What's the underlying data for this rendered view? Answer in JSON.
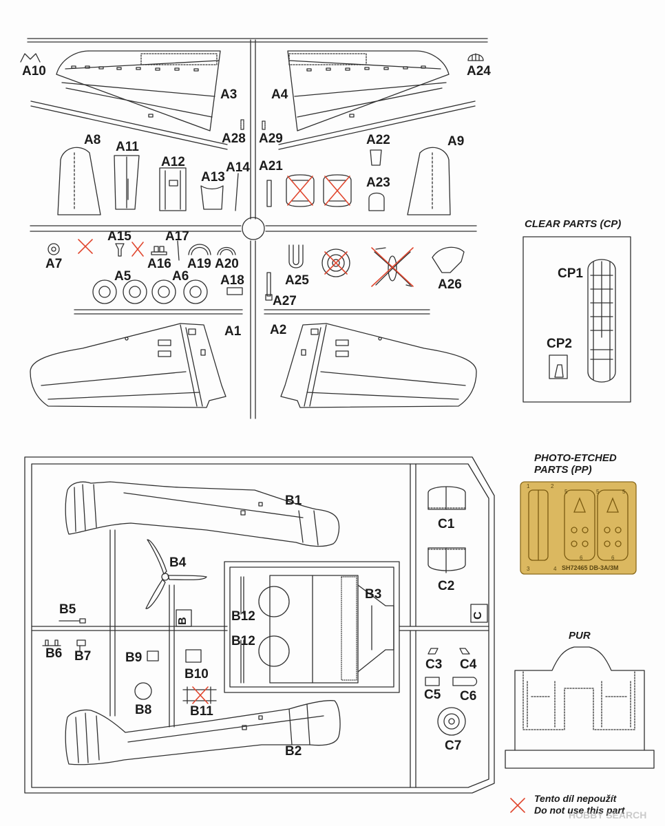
{
  "sprue_a": {
    "labels": [
      "A1",
      "A2",
      "A3",
      "A4",
      "A5",
      "A6",
      "A7",
      "A8",
      "A9",
      "A10",
      "A11",
      "A12",
      "A13",
      "A14",
      "A15",
      "A16",
      "A17",
      "A18",
      "A19",
      "A20",
      "A21",
      "A22",
      "A23",
      "A24",
      "A25",
      "A26",
      "A27",
      "A28",
      "A29"
    ]
  },
  "sprue_b": {
    "labels": [
      "B1",
      "B2",
      "B3",
      "B4",
      "B5",
      "B6",
      "B7",
      "B8",
      "B9",
      "B10",
      "B11",
      "B12",
      "B12"
    ],
    "frame_tag": "B"
  },
  "sprue_c": {
    "labels": [
      "C1",
      "C2",
      "C3",
      "C4",
      "C5",
      "C6",
      "C7"
    ],
    "frame_tag": "C"
  },
  "clear_parts": {
    "title": "CLEAR PARTS (CP)",
    "labels": [
      "CP1",
      "CP2"
    ]
  },
  "photo_etched": {
    "title_line1": "PHOTO-ETCHED",
    "title_line2": "PARTS (PP)",
    "fret_text": "SH72465 DB-3A/3M",
    "fret_numbers": [
      "1",
      "2",
      "3",
      "4",
      "5",
      "5",
      "5",
      "6",
      "6"
    ]
  },
  "pur": {
    "title": "PUR"
  },
  "legend": {
    "line1": "Tento díl nepoužít",
    "line2": "Do not use this part",
    "watermark": "HOBBY SEARCH"
  },
  "colors": {
    "line": "#2a2a2a",
    "cross": "#e0462e",
    "etch": "#d8b55c",
    "paper": "#fdfdfd"
  }
}
